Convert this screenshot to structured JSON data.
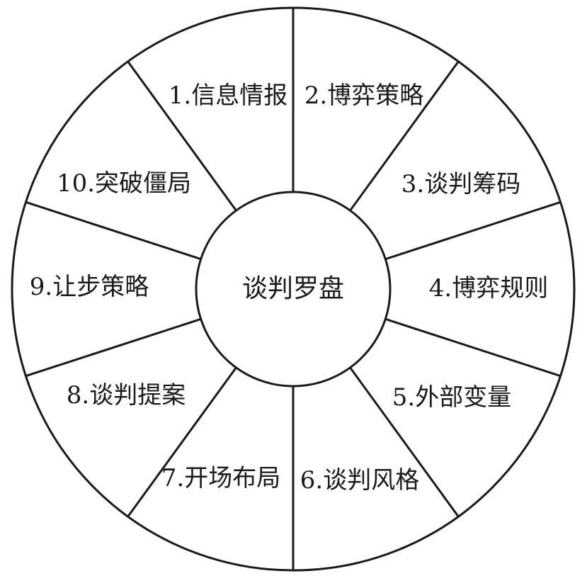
{
  "diagram": {
    "center_label": "谈判罗盘",
    "segments": [
      "1.信息情报",
      "2.博弈策略",
      "3.谈判筹码",
      "4.博弈规则",
      "5.外部变量",
      "6.谈判风格",
      "7.开场布局",
      "8.谈判提案",
      "9.让步策略",
      "10.突破僵局"
    ],
    "colors": {
      "stroke": "#1a1a1a",
      "background": "#ffffff"
    }
  }
}
